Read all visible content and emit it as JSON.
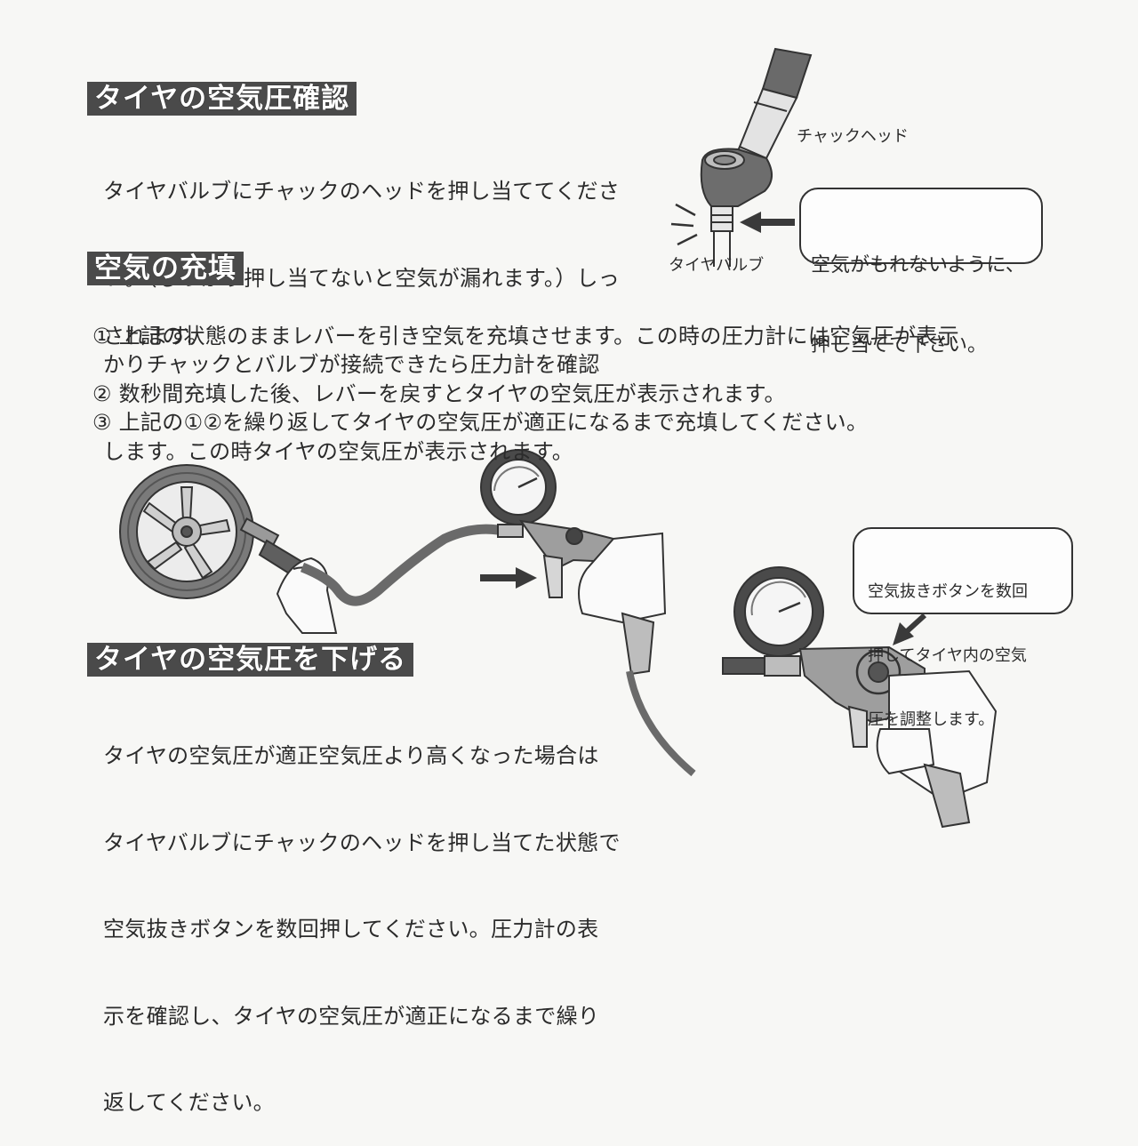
{
  "section1": {
    "heading": "タイヤの空気圧確認",
    "lines": [
      "タイヤバルブにチャックのヘッドを押し当ててくださ",
      "い。（しっかり押し当てないと空気が漏れます。）しっ",
      "かりチャックとバルブが接続できたら圧力計を確認",
      "します。この時タイヤの空気圧が表示されます。"
    ]
  },
  "figure1": {
    "label_chuck_head": "チャックヘッド",
    "label_tire_valve": "タイヤバルブ",
    "bubble_lines": [
      "空気がもれないように、",
      "押し当てて下さい。"
    ]
  },
  "section2": {
    "heading": "空気の充填",
    "steps": [
      {
        "num": "①",
        "text": "上記の状態のままレバーを引き空気を充填させます。この時の圧力計には空気圧が表示",
        "cont": "されます。"
      },
      {
        "num": "②",
        "text": "数秒間充填した後、レバーを戻すとタイヤの空気圧が表示されます。"
      },
      {
        "num": "③",
        "text": "上記の①②を繰り返してタイヤの空気圧が適正になるまで充填してください。"
      }
    ]
  },
  "section3": {
    "heading": "タイヤの空気圧を下げる",
    "lines": [
      "タイヤの空気圧が適正空気圧より高くなった場合は",
      "タイヤバルブにチャックのヘッドを押し当てた状態で",
      "空気抜きボタンを数回押してください。圧力計の表",
      "示を確認し、タイヤの空気圧が適正になるまで繰り",
      "返してください。"
    ]
  },
  "figure3": {
    "bubble_lines": [
      "空気抜きボタンを数回",
      "押してタイヤ内の空気",
      "圧を調整します。"
    ]
  }
}
